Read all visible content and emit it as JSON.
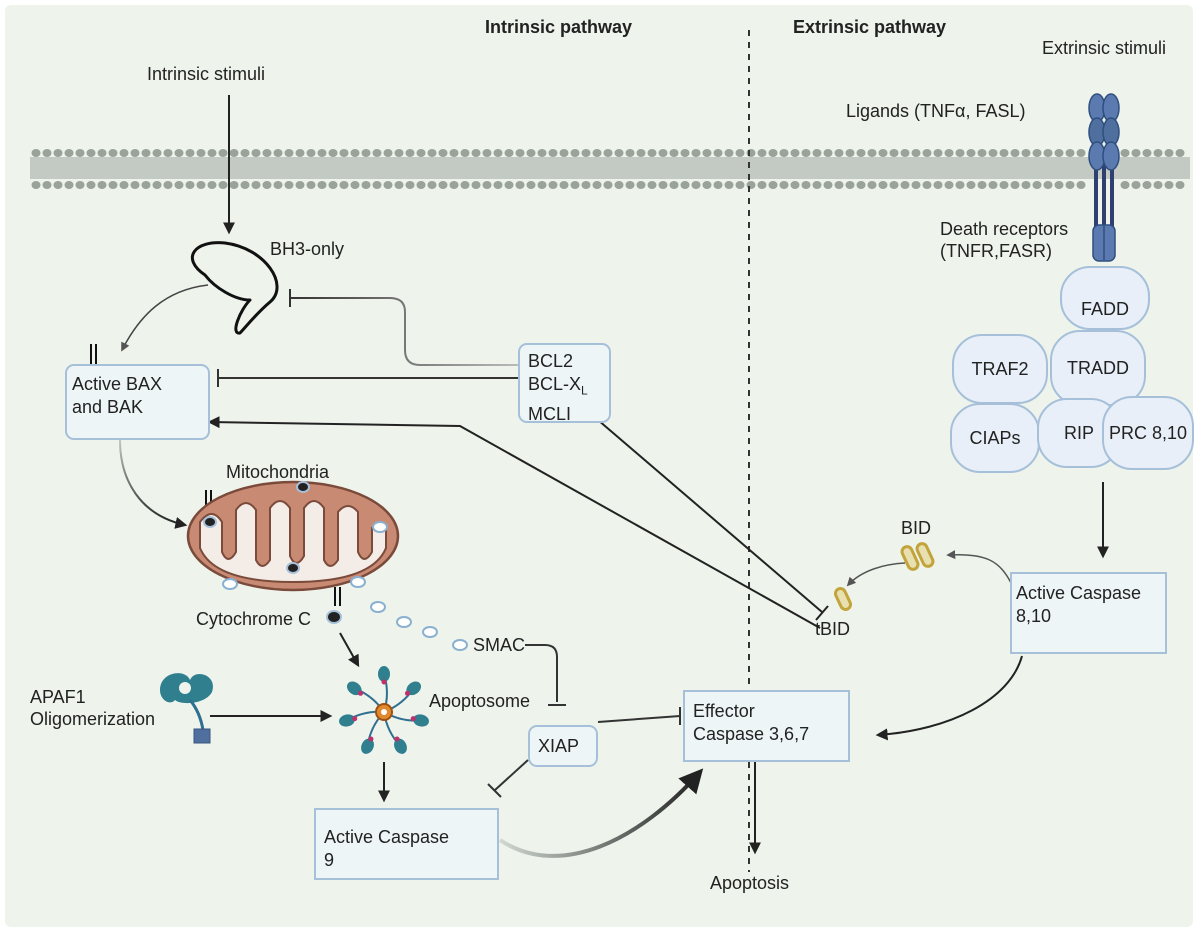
{
  "headings": {
    "intrinsic": "Intrinsic pathway",
    "extrinsic": "Extrinsic pathway"
  },
  "stimuli": {
    "intrinsic": "Intrinsic stimuli",
    "extrinsic": "Extrinsic stimuli"
  },
  "labels": {
    "ligands": "Ligands (TNFα, FASL)",
    "death_receptors_1": "Death receptors",
    "death_receptors_2": "(TNFR,FASR)",
    "bh3": "BH3-only",
    "mitochondria": "Mitochondria",
    "cytochrome_c": "Cytochrome C",
    "smac": "SMAC",
    "apaf1_1": "APAF1",
    "apaf1_2": "Oligomerization",
    "apoptosome": "Apoptosome",
    "bid": "BID",
    "tbid": "tBID",
    "apoptosis": "Apoptosis"
  },
  "boxes": {
    "bax_bak_1": "Active BAX",
    "bax_bak_2": "and BAK",
    "bcl2_1": "BCL2",
    "bcl2_2": "BCL-X",
    "bcl2_2_sub": "L",
    "bcl2_3": "MCLI",
    "xiap": "XIAP",
    "effector_1": "Effector",
    "effector_2": "Caspase 3,6,7",
    "caspase9_1": "Active Caspase",
    "caspase9_2": "9",
    "caspase810_1": "Active Caspase",
    "caspase810_2": "8,10"
  },
  "complex": {
    "fadd": "FADD",
    "traf2": "TRAF2",
    "tradd": "TRADD",
    "ciaps": "CIAPs",
    "rip": "RIP",
    "prc": "PRC 8,10"
  },
  "colors": {
    "background": "#eef3ec",
    "box_border": "#a6c0da",
    "mitochondria": "#c98a74",
    "apoptosome": "#2f7f8f",
    "receptor": "#4f6f9f",
    "bid": "#c2a43b"
  }
}
